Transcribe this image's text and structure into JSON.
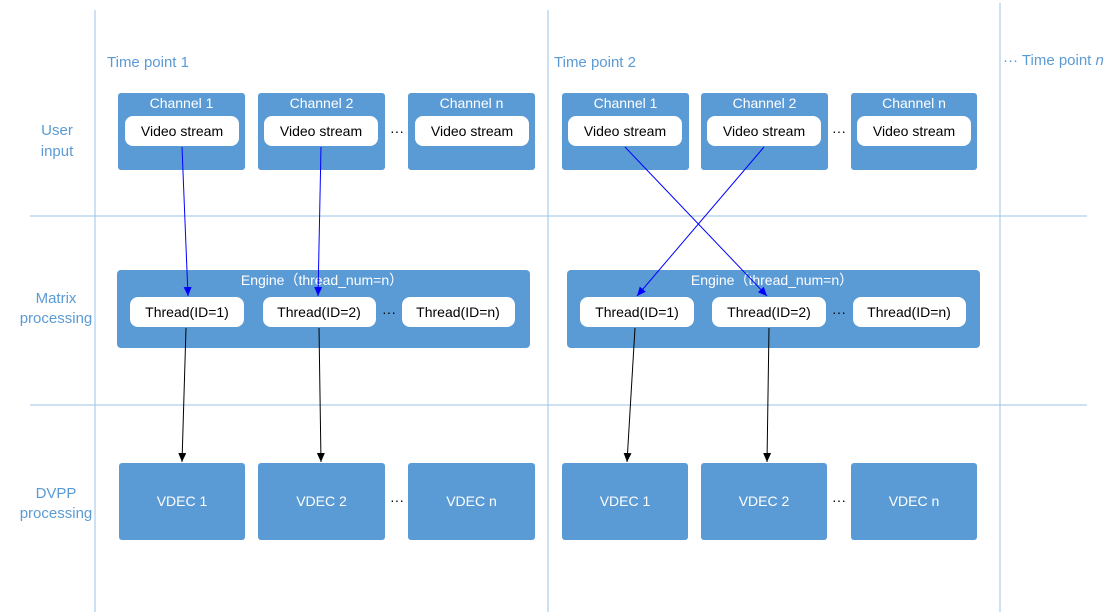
{
  "time_points": [
    {
      "label": "Time point 1"
    },
    {
      "label": "Time point 2"
    },
    {
      "label": "··· Time point ",
      "suffix": "n"
    }
  ],
  "rows": [
    {
      "line1": "User",
      "line2": "input"
    },
    {
      "line1": "Matrix",
      "line2": "processing"
    },
    {
      "line1": "DVPP",
      "line2": "processing"
    }
  ],
  "panels": [
    {
      "channels": [
        {
          "title": "Channel 1",
          "stream": "Video stream"
        },
        {
          "title": "Channel 2",
          "stream": "Video stream"
        },
        {
          "title": "Channel n",
          "stream": "Video stream"
        }
      ],
      "engine": "Engine（thread_num=n）",
      "threads": [
        "Thread(ID=1)",
        "Thread(ID=2)",
        "Thread(ID=n)"
      ],
      "vdecs": [
        "VDEC 1",
        "VDEC 2",
        "VDEC n"
      ]
    },
    {
      "channels": [
        {
          "title": "Channel 1",
          "stream": "Video stream"
        },
        {
          "title": "Channel 2",
          "stream": "Video stream"
        },
        {
          "title": "Channel n",
          "stream": "Video stream"
        }
      ],
      "engine": "Engine（thread_num=n）",
      "threads": [
        "Thread(ID=1)",
        "Thread(ID=2)",
        "Thread(ID=n)"
      ],
      "vdecs": [
        "VDEC 1",
        "VDEC 2",
        "VDEC n"
      ]
    }
  ],
  "ellipsis": "···",
  "colors": {
    "box": "#5b9bd5",
    "grid": "#9dc3e6",
    "label": "#5b9bd5",
    "blue_arrow": "#0000ff",
    "black_arrow": "#000000"
  }
}
